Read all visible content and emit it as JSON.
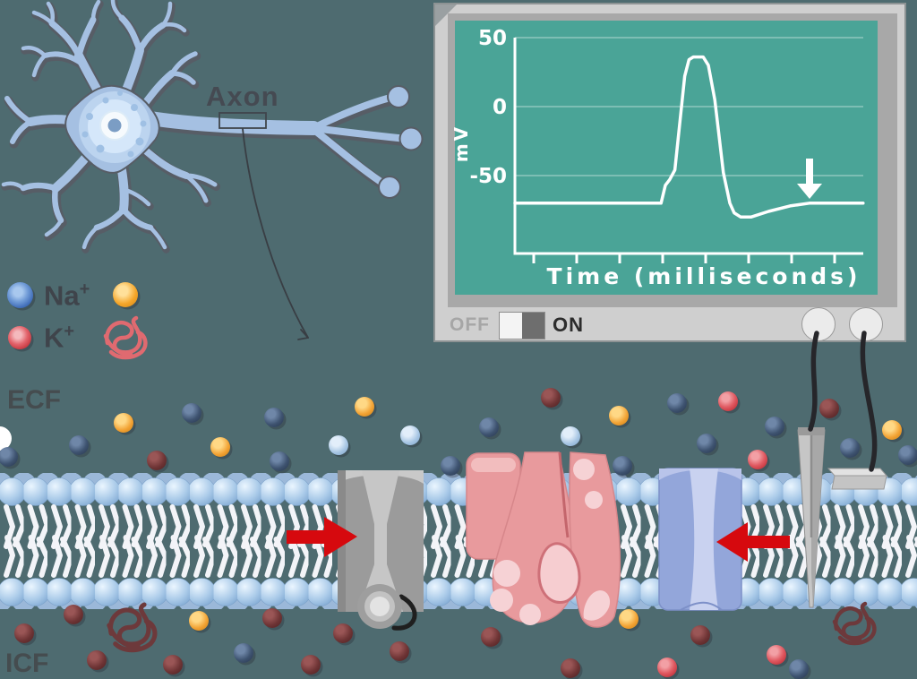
{
  "neuron": {
    "axon_label": "Axon"
  },
  "legend": {
    "na_symbol": "Na",
    "na_charge": "+",
    "k_symbol": "K",
    "k_charge": "+"
  },
  "regions": {
    "ecf_label": "ECF",
    "icf_label": "ICF"
  },
  "oscilloscope": {
    "toggle": {
      "off_label": "OFF",
      "on_label": "ON",
      "state": "ON"
    }
  },
  "chart_data": {
    "type": "line",
    "title": "",
    "xlabel": "Time (milliseconds)",
    "ylabel": "mV",
    "y_ticks": [
      50,
      0,
      -50
    ],
    "y_tick_labels": [
      "50",
      "0",
      "-50"
    ],
    "x_tick_count": 8,
    "ylim": [
      -105,
      60
    ],
    "grid": "horizontal",
    "screen_bg": "#4aa497",
    "trace_color": "#ffffff",
    "series": [
      {
        "name": "membrane_potential_mV",
        "points": [
          [
            0,
            -70
          ],
          [
            3.4,
            -70
          ],
          [
            3.5,
            -57
          ],
          [
            3.6,
            -53
          ],
          [
            3.72,
            -46
          ],
          [
            3.95,
            22
          ],
          [
            4.05,
            34
          ],
          [
            4.15,
            36
          ],
          [
            4.38,
            36
          ],
          [
            4.5,
            30
          ],
          [
            4.65,
            5
          ],
          [
            4.85,
            -48
          ],
          [
            5.0,
            -70
          ],
          [
            5.1,
            -77
          ],
          [
            5.25,
            -80
          ],
          [
            5.5,
            -80
          ],
          [
            5.9,
            -76
          ],
          [
            6.4,
            -72
          ],
          [
            6.85,
            -70
          ],
          [
            8.1,
            -70
          ]
        ]
      }
    ],
    "annotation_arrow": {
      "x_ms": 6.87,
      "mv_tip": -42
    }
  },
  "ions": {
    "ecf": [
      [
        9,
        510,
        "navy"
      ],
      [
        88,
        497,
        "navy"
      ],
      [
        138,
        472,
        "orange"
      ],
      [
        175,
        514,
        "maroon"
      ],
      [
        214,
        461,
        "navy"
      ],
      [
        246,
        499,
        "orange"
      ],
      [
        306,
        466,
        "navy"
      ],
      [
        312,
        515,
        "navy"
      ],
      [
        378,
        497,
        "lightblue"
      ],
      [
        407,
        454,
        "orange"
      ],
      [
        458,
        486,
        "lightblue"
      ],
      [
        503,
        520,
        "navy"
      ],
      [
        546,
        477,
        "navy"
      ],
      [
        615,
        444,
        "maroon"
      ],
      [
        637,
        487,
        "lightblue"
      ],
      [
        691,
        464,
        "orange"
      ],
      [
        695,
        520,
        "navy"
      ],
      [
        756,
        450,
        "navy"
      ],
      [
        789,
        495,
        "navy"
      ],
      [
        813,
        448,
        "red"
      ],
      [
        846,
        513,
        "red"
      ],
      [
        865,
        476,
        "navy"
      ],
      [
        926,
        456,
        "maroon"
      ],
      [
        949,
        500,
        "navy"
      ],
      [
        996,
        480,
        "orange"
      ],
      [
        1014,
        508,
        "navy"
      ]
    ],
    "icf": [
      [
        27,
        707,
        "maroon"
      ],
      [
        82,
        686,
        "maroon"
      ],
      [
        108,
        737,
        "maroon"
      ],
      [
        193,
        742,
        "maroon"
      ],
      [
        222,
        693,
        "orange"
      ],
      [
        272,
        729,
        "navy"
      ],
      [
        304,
        690,
        "maroon"
      ],
      [
        347,
        742,
        "maroon"
      ],
      [
        383,
        707,
        "maroon"
      ],
      [
        446,
        727,
        "maroon"
      ],
      [
        548,
        711,
        "maroon"
      ],
      [
        637,
        746,
        "maroon"
      ],
      [
        702,
        691,
        "orange"
      ],
      [
        745,
        745,
        "red"
      ],
      [
        782,
        709,
        "maroon"
      ],
      [
        867,
        731,
        "red"
      ],
      [
        892,
        747,
        "navy"
      ]
    ]
  },
  "colors": {
    "background": "#4e6b70",
    "membrane_head": "#a6c8e8",
    "neuron_fill": "#a5c0e2",
    "pump_gray": "#9b9b9b",
    "channel_pink": "#e89a9d",
    "channel_blue": "#93a6da",
    "arrow_red": "#d6090e",
    "screen_teal": "#4aa497"
  }
}
